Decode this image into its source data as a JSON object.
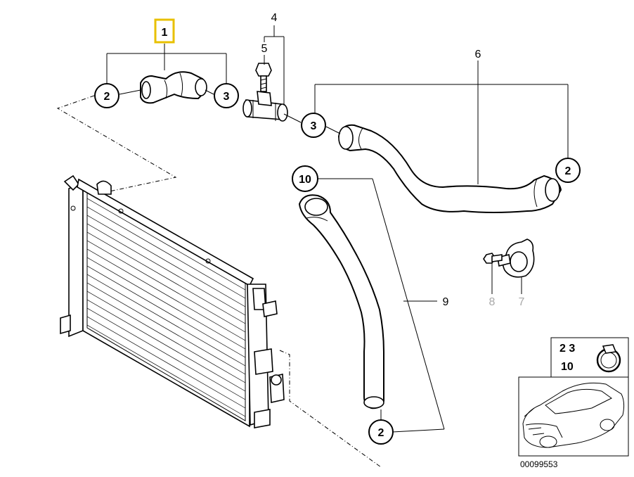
{
  "callouts": {
    "c1": "1",
    "c2a": "2",
    "c3a": "3",
    "c4": "4",
    "c5": "5",
    "c3b": "3",
    "c6": "6",
    "c2b": "2",
    "c10": "10",
    "c9": "9",
    "c8": "8",
    "c7": "7",
    "c2c": "2"
  },
  "inset": {
    "line1": "2  3",
    "line2": "10"
  },
  "catalog_number": "00099553",
  "colors": {
    "highlight": "#e8c000",
    "greyed_label": "#a8a8a8"
  }
}
